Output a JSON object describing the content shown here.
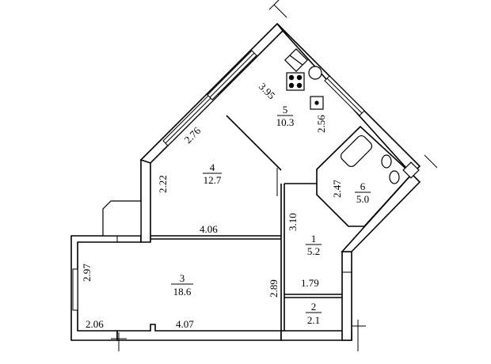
{
  "rooms": [
    {
      "number": "1",
      "area": "5.2"
    },
    {
      "number": "2",
      "area": "2.1"
    },
    {
      "number": "3",
      "area": "18.6"
    },
    {
      "number": "4",
      "area": "12.7"
    },
    {
      "number": "5",
      "area": "10.3"
    },
    {
      "number": "6",
      "area": "5.0"
    }
  ],
  "dimensions": {
    "kitchen_top": "3.95",
    "kitchen_right": "2.56",
    "bedroom_top": "2.76",
    "bedroom_left": "2.22",
    "bedroom_bottom": "4.06",
    "hall_left": "3.10",
    "bath_left": "2.47",
    "living_left": "2.97",
    "living_right": "2.89",
    "living_bottom_left": "2.06",
    "living_bottom_right": "4.07",
    "storage_top": "1.79"
  }
}
